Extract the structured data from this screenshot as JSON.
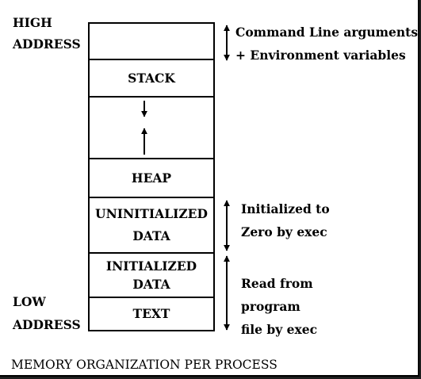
{
  "left_labels": {
    "high": [
      "HIGH",
      "ADDRESS"
    ],
    "low": [
      "LOW",
      "ADDRESS"
    ]
  },
  "segments": [
    {
      "name": "args",
      "label": ""
    },
    {
      "name": "stack",
      "label": "STACK"
    },
    {
      "name": "gap",
      "label": ""
    },
    {
      "name": "heap",
      "label": "HEAP"
    },
    {
      "name": "bss",
      "label": "UNINITIALIZED DATA"
    },
    {
      "name": "data",
      "label": "INITIALIZED DATA"
    },
    {
      "name": "text",
      "label": "TEXT"
    }
  ],
  "annotations": {
    "args": [
      "Command Line arguments",
      "+ Environment variables"
    ],
    "bss": [
      "Initialized to",
      "Zero by exec"
    ],
    "data_text": [
      "Read from",
      "program",
      "file by exec"
    ]
  },
  "caption": "MEMORY ORGANIZATION PER PROCESS"
}
